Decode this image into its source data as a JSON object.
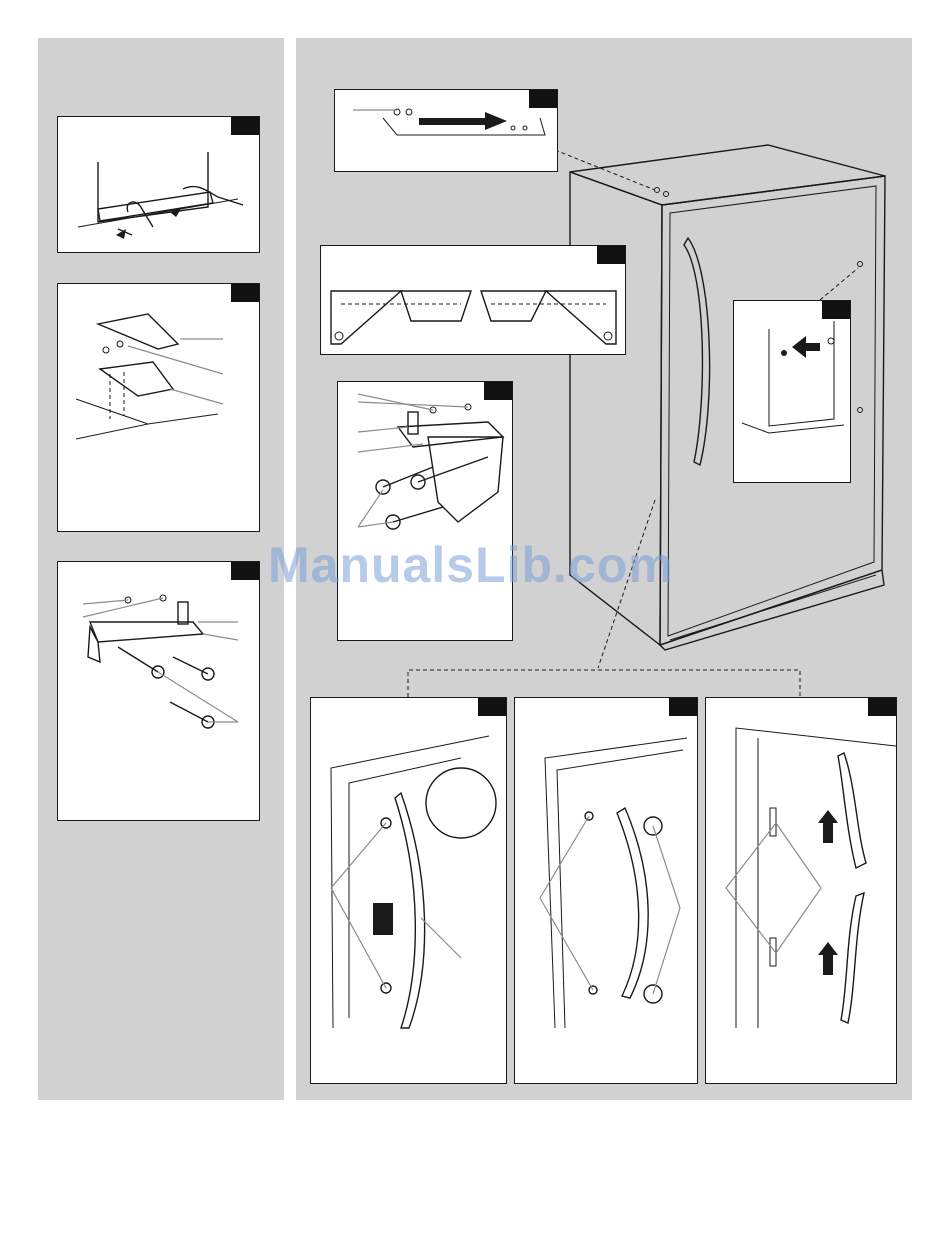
{
  "watermark": "ManualsLib.com",
  "colors": {
    "panel_background": "#d1d1d1",
    "line": "#1a1a1a",
    "callout_line": "#8c8c8c",
    "step_tag": "#111111",
    "watermark": "#78a0d7"
  },
  "figures": [
    {
      "id": "base-grille-removal",
      "tag": ""
    },
    {
      "id": "top-hinge-cover",
      "tag": ""
    },
    {
      "id": "bottom-hinge-bracket-left",
      "tag": ""
    },
    {
      "id": "hinge-hole-plug-transfer",
      "tag": ""
    },
    {
      "id": "hinge-bracket-pair",
      "tag": ""
    },
    {
      "id": "bottom-hinge-bracket-center",
      "tag": ""
    },
    {
      "id": "door-stop-transfer",
      "tag": ""
    },
    {
      "id": "handle-style-1",
      "tag": ""
    },
    {
      "id": "handle-style-2",
      "tag": ""
    },
    {
      "id": "handle-style-3",
      "tag": ""
    }
  ],
  "icons": [
    "arrow-right-icon",
    "arrow-left-icon",
    "arrow-up-icon",
    "rotate-arrow-icon"
  ]
}
